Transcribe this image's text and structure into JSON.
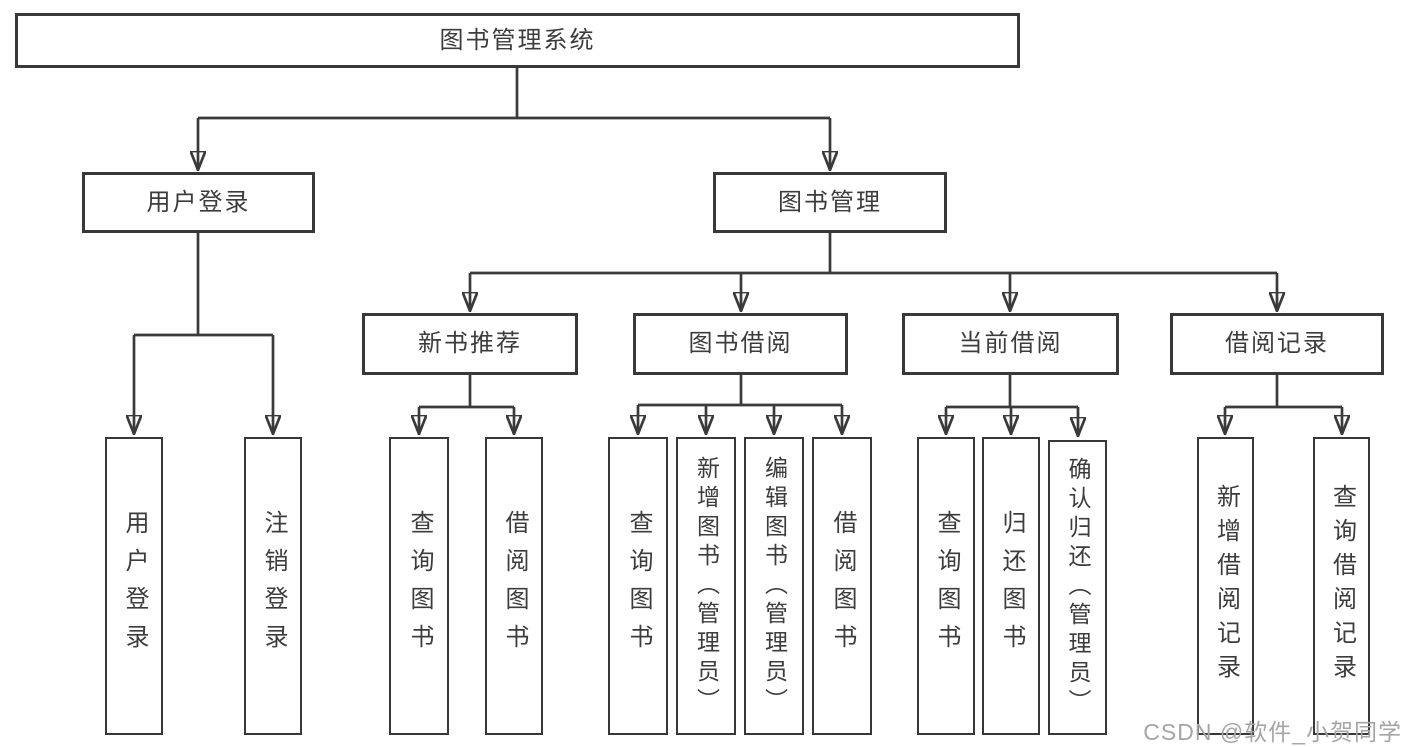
{
  "tree": {
    "root": {
      "label": "图书管理系统"
    },
    "login": {
      "label": "用户登录",
      "children": {
        "login": "用户登录",
        "logout": "注销登录"
      }
    },
    "mgmt": {
      "label": "图书管理",
      "newbook": {
        "label": "新书推荐",
        "children": {
          "query": "查询图书",
          "borrow": "借阅图书"
        }
      },
      "borrow": {
        "label": "图书借阅",
        "children": {
          "query": "查询图书",
          "add": "新增图书（管理员）",
          "edit": "编辑图书（管理员）",
          "borrow": "借阅图书"
        }
      },
      "current": {
        "label": "当前借阅",
        "children": {
          "query": "查询图书",
          "return": "归还图书",
          "confirm": "确认归还（管理员）"
        }
      },
      "record": {
        "label": "借阅记录",
        "children": {
          "add": "新增借阅记录",
          "query": "查询借阅记录"
        }
      }
    }
  },
  "watermark": "CSDN @软件_小贺同学",
  "colors": {
    "line": "#3a3a3a",
    "border": "#383838",
    "text": "#3c3c3c",
    "watermark": "#a5a5a5",
    "background": "#ffffff"
  }
}
